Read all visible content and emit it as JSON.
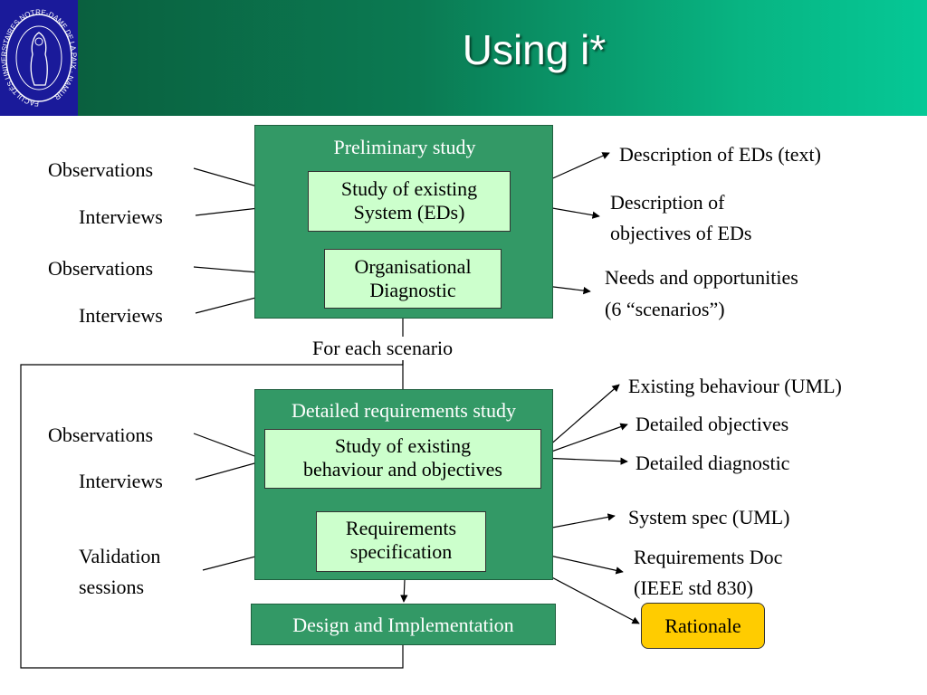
{
  "title": "Using i*",
  "logo": {
    "name": "university-seal",
    "text": "FACULTÉS UNIVERSITAIRES NOTRE-DAME DE LA PAIX · NAMUR"
  },
  "preliminary": {
    "label": "Preliminary study",
    "study_line1": "Study of existing",
    "study_line2": "System (EDs)",
    "diag_line1": "Organisational",
    "diag_line2": "Diagnostic"
  },
  "detailed": {
    "label": "Detailed requirements study",
    "study_line1": "Study of existing",
    "study_line2": "behaviour and objectives",
    "spec_line1": "Requirements",
    "spec_line2": "specification"
  },
  "design": "Design and Implementation",
  "loop_label": "For each scenario",
  "inputs": {
    "obs1": "Observations",
    "int1": "Interviews",
    "obs2": "Observations",
    "int2": "Interviews",
    "obs3": "Observations",
    "int3": "Interviews",
    "val_line1": "Validation",
    "val_line2": "sessions"
  },
  "outputs": {
    "desc_eds": "Description of EDs (text)",
    "desc_obj_line1": "Description of",
    "desc_obj_line2": "objectives of EDs",
    "needs_line1": "Needs and opportunities",
    "needs_line2": "(6 “scenarios”)",
    "exist_behaviour": "Existing behaviour (UML)",
    "det_objectives": "Detailed objectives",
    "det_diagnostic": "Detailed diagnostic",
    "sys_spec": "System spec (UML)",
    "req_doc_line1": "Requirements Doc",
    "req_doc_line2": "(IEEE std 830)",
    "rationale": "Rationale"
  },
  "colors": {
    "header_dark": "#0a5a3a",
    "header_light": "#05c896",
    "phase_box": "#339966",
    "activity_box": "#ccffcc",
    "highlight": "#ffcc00",
    "logo_blue": "#1a1a9a"
  }
}
